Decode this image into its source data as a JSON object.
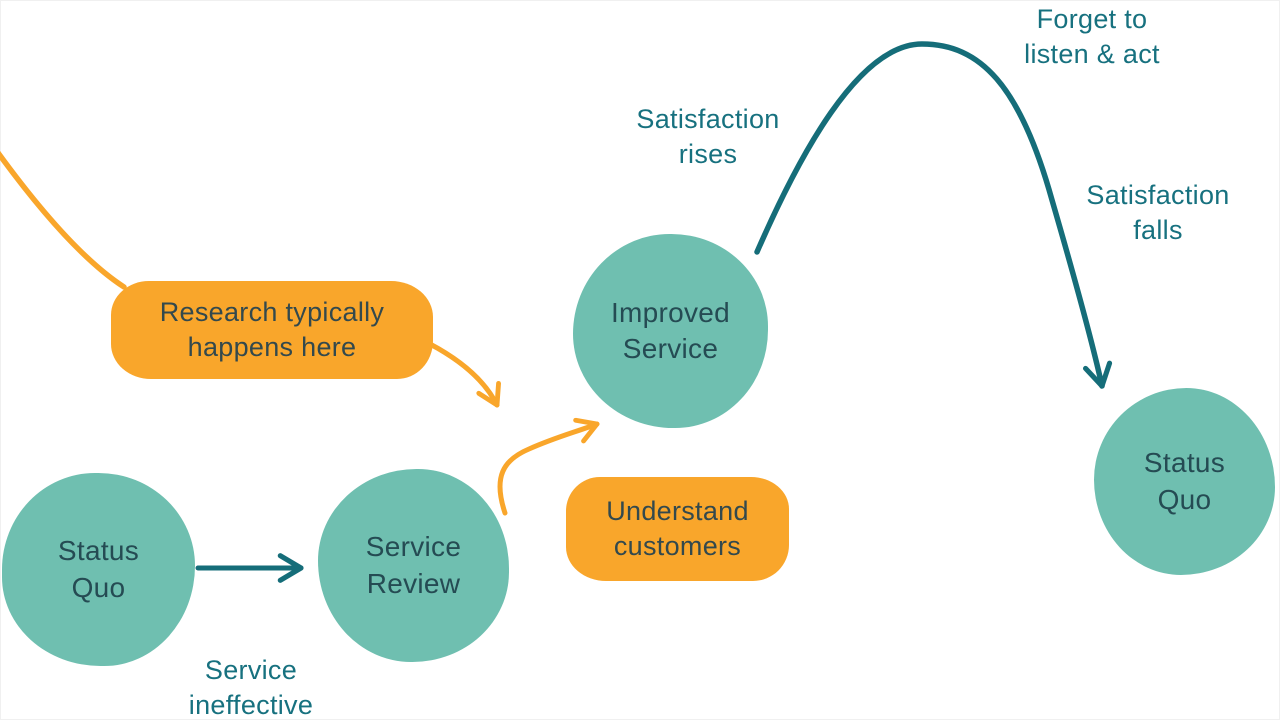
{
  "title": "Service improvement cycle diagram",
  "colors": {
    "background": "#ffffff",
    "node_fill": "#6fbfb0",
    "node_text": "#254b53",
    "callout_fill": "#f9a62b",
    "callout_text": "#33494d",
    "annotation_text": "#17717f",
    "teal_arrow": "#156d79",
    "yellow_arrow": "#f9a62b"
  },
  "nodes": [
    {
      "id": "status-quo-left",
      "label": "Status Quo"
    },
    {
      "id": "service-review",
      "label": "Service Review"
    },
    {
      "id": "improved-service",
      "label": "Improved Service"
    },
    {
      "id": "status-quo-right",
      "label": "Status Quo"
    }
  ],
  "callouts": [
    {
      "id": "research",
      "label": "Research typically happens here"
    },
    {
      "id": "understand",
      "label": "Understand customers"
    }
  ],
  "annotations": [
    {
      "id": "satisfaction-rises",
      "label": "Satisfaction rises"
    },
    {
      "id": "forget-to-listen",
      "label": "Forget to listen & act"
    },
    {
      "id": "satisfaction-falls",
      "label": "Satisfaction falls"
    },
    {
      "id": "service-ineffective",
      "label": "Service ineffective"
    }
  ],
  "arrows": [
    {
      "id": "entry-line",
      "color": "yellow",
      "from": "off-canvas-top-left",
      "to": "research-callout"
    },
    {
      "id": "research-to-gap",
      "color": "yellow",
      "from": "research-callout",
      "to": "between-review-and-improved"
    },
    {
      "id": "review-to-improved",
      "color": "yellow",
      "from": "service-review",
      "to": "improved-service"
    },
    {
      "id": "status-quo-to-review",
      "color": "teal",
      "from": "status-quo-left",
      "to": "service-review"
    },
    {
      "id": "improved-to-status-quo",
      "color": "teal",
      "from": "improved-service",
      "to": "status-quo-right"
    }
  ]
}
